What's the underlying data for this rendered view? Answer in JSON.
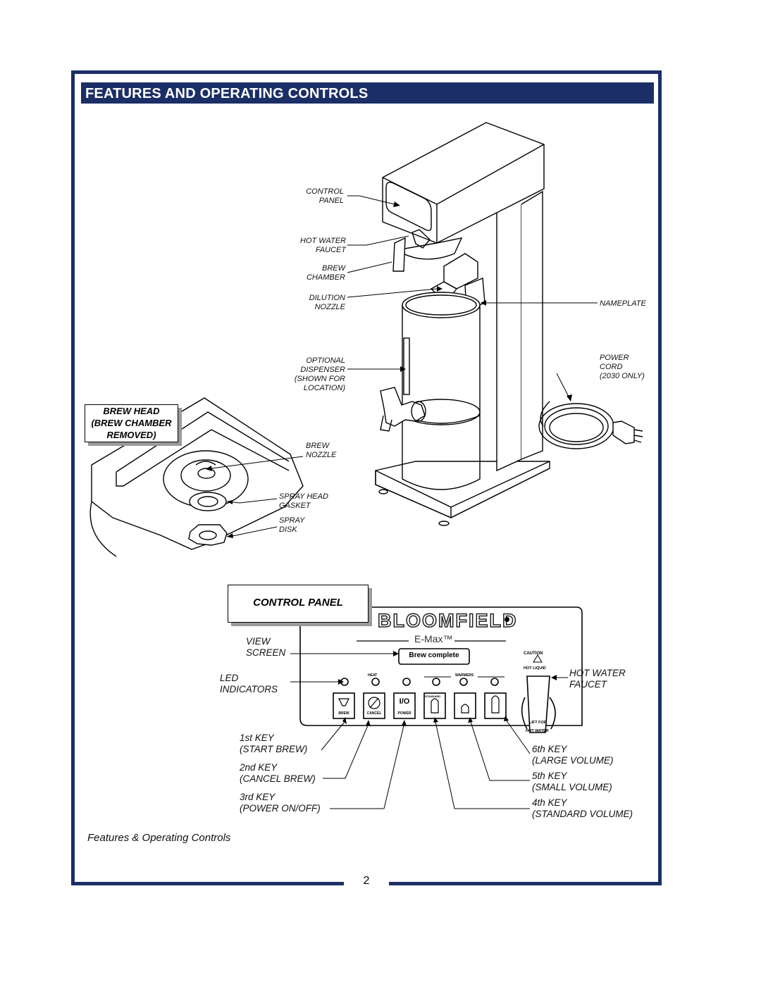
{
  "header": {
    "title": "FEATURES AND OPERATING CONTROLS"
  },
  "machine_labels": {
    "control_panel": [
      "CONTROL",
      "PANEL"
    ],
    "hot_water_faucet": [
      "HOT WATER",
      "FAUCET"
    ],
    "brew_chamber": [
      "BREW",
      "CHAMBER"
    ],
    "dilution_nozzle": [
      "DILUTION",
      "NOZZLE"
    ],
    "nameplate": "NAMEPLATE",
    "optional_dispenser": [
      "OPTIONAL",
      "DISPENSER",
      "(SHOWN FOR",
      "LOCATION)"
    ],
    "power_cord": [
      "POWER",
      "CORD",
      "(2030 ONLY)"
    ]
  },
  "brew_head": {
    "title": [
      "BREW HEAD",
      "(BREW CHAMBER",
      "REMOVED)"
    ],
    "brew_nozzle": [
      "BREW",
      "NOZZLE"
    ],
    "spray_head_gasket": [
      "SPRAY HEAD",
      "GASKET"
    ],
    "spray_disk": [
      "SPRAY",
      "DISK"
    ]
  },
  "control_panel": {
    "title": "CONTROL PANEL",
    "brand": "BLOOMFIELD",
    "model": "E-Max™",
    "screen_text": "Brew complete",
    "caution": "CAUTION",
    "hot_liquid": "HOT LIQUID",
    "lift_for": "LIFT FOR",
    "hot_water": "HOT WATER",
    "led_labels": {
      "heat": "HEAT",
      "warmers": "WARMERS",
      "standard": "STANDARD"
    },
    "key_labels": [
      "BREW",
      "CANCEL",
      "POWER"
    ],
    "power_symbol": "I/O",
    "callouts": {
      "view_screen": [
        "VIEW",
        "SCREEN"
      ],
      "led_indicators": [
        "LED",
        "INDICATORS"
      ],
      "hot_water_faucet": [
        "HOT WATER",
        "FAUCET"
      ],
      "key1": [
        "1st KEY",
        "(START BREW)"
      ],
      "key2": [
        "2nd KEY",
        "(CANCEL BREW)"
      ],
      "key3": [
        "3rd KEY",
        "(POWER ON/OFF)"
      ],
      "key6": [
        "6th KEY",
        "(LARGE VOLUME)"
      ],
      "key5": [
        "5th KEY",
        "(SMALL VOLUME)"
      ],
      "key4": [
        "4th KEY",
        "(STANDARD VOLUME)"
      ]
    }
  },
  "caption": "Features & Operating Controls",
  "page_number": "2",
  "colors": {
    "frame": "#1b2f66",
    "header_bg": "#1b2f66",
    "header_text": "#ffffff"
  }
}
